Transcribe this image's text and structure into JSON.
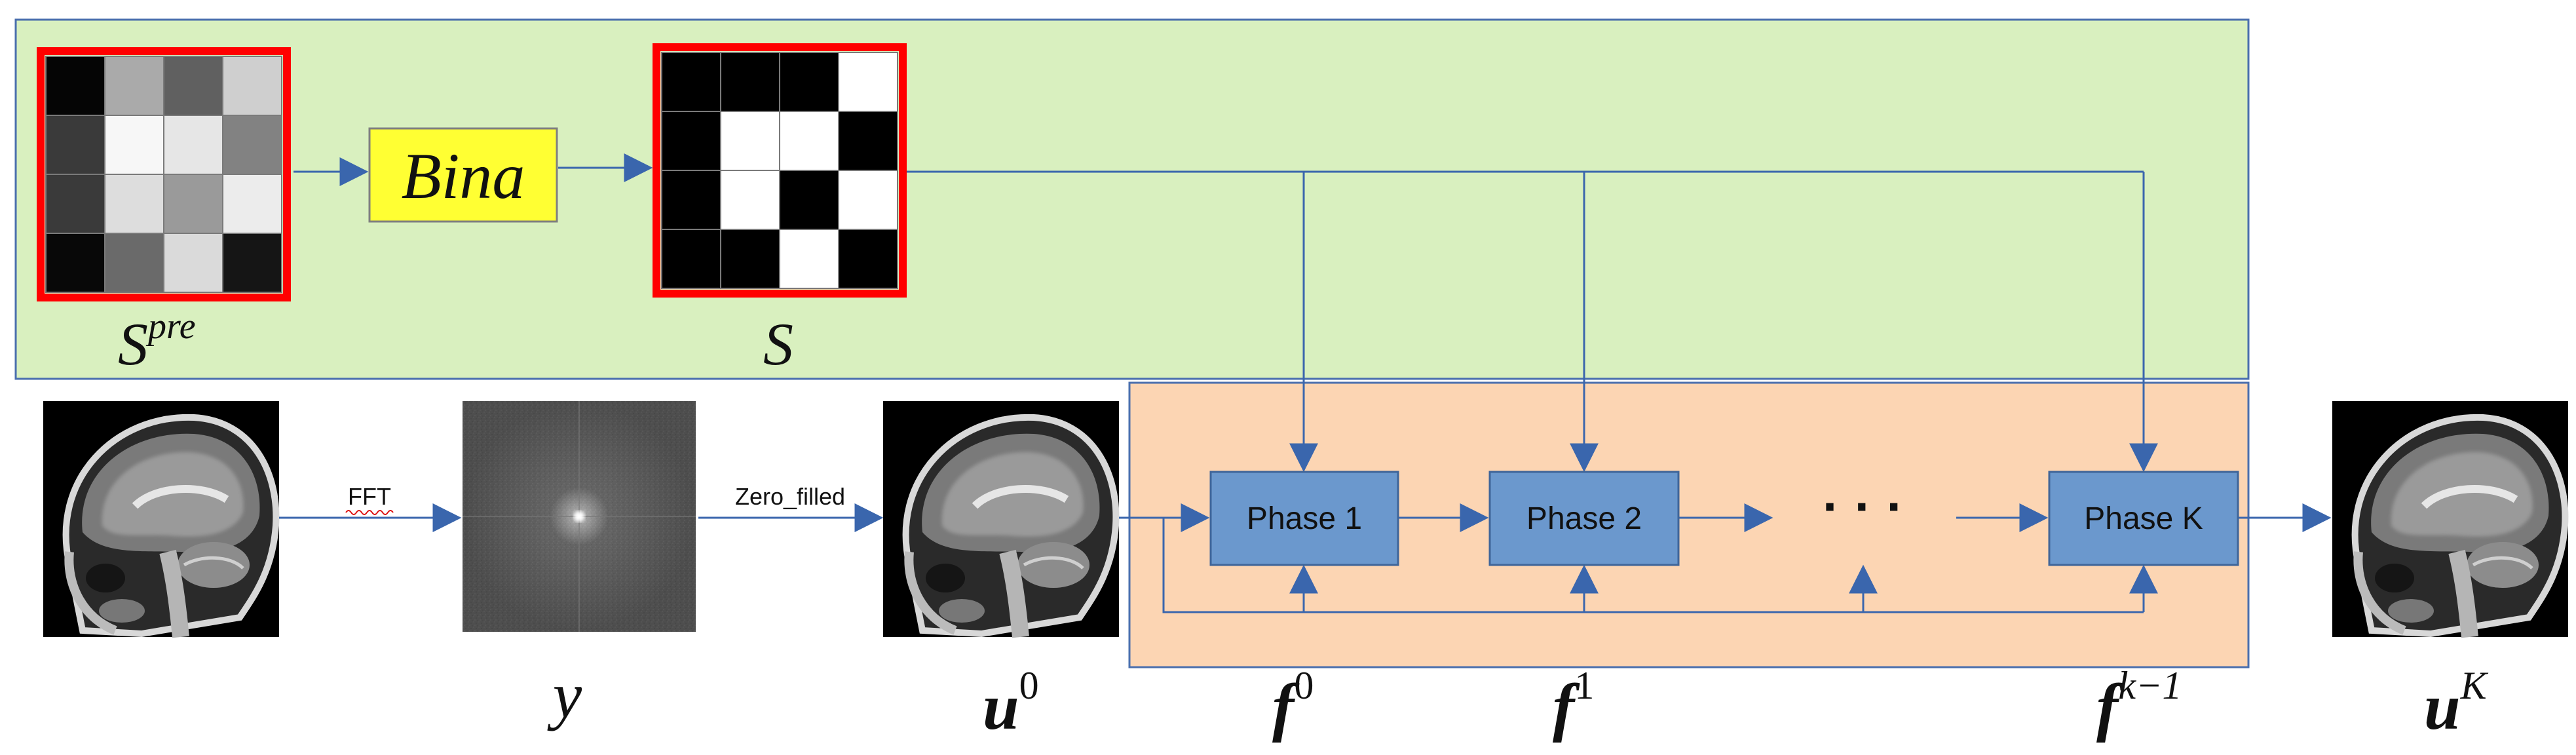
{
  "colors": {
    "mask_panel_fill": "#d9f0bf",
    "mask_panel_stroke": "#4a6fae",
    "phase_panel_fill": "#fcd5b3",
    "phase_panel_stroke": "#4a6fae",
    "phase_box_fill": "#6b98cd",
    "phase_box_stroke": "#3f6599",
    "arrow": "#3a66ad",
    "matrix_frame": "#ff0000",
    "bina_fill": "#ffff33"
  },
  "mask": {
    "pre_label_base": "S",
    "pre_label_sup": "pre",
    "bin_label": "S",
    "bina_label": "Bina",
    "pre_grid": [
      [
        "#050505",
        "#aaaaaa",
        "#606060",
        "#cfcfcf"
      ],
      [
        "#3a3a3a",
        "#f7f7f7",
        "#e6e6e6",
        "#828282"
      ],
      [
        "#3a3a3a",
        "#dddddd",
        "#9a9a9a",
        "#ececec"
      ],
      [
        "#080808",
        "#6a6a6a",
        "#dadada",
        "#151515"
      ]
    ],
    "bin_grid": [
      [
        "#000000",
        "#000000",
        "#000000",
        "#ffffff"
      ],
      [
        "#000000",
        "#ffffff",
        "#ffffff",
        "#000000"
      ],
      [
        "#000000",
        "#ffffff",
        "#000000",
        "#ffffff"
      ],
      [
        "#000000",
        "#000000",
        "#ffffff",
        "#000000"
      ]
    ]
  },
  "pipeline": {
    "fft_label": "FFT",
    "zero_filled_label": "Zero_filled",
    "y_label": "y",
    "u0_base": "u",
    "u0_sup": "0",
    "uK_base": "u",
    "uK_sup": "K",
    "ellipsis": "· · ·"
  },
  "phases": [
    {
      "label": "Phase 1",
      "f_base": "f",
      "f_sup": "0"
    },
    {
      "label": "Phase 2",
      "f_base": "f",
      "f_sup": "1"
    },
    {
      "label": "Phase K",
      "f_base": "f",
      "f_sup": "k−1"
    }
  ]
}
